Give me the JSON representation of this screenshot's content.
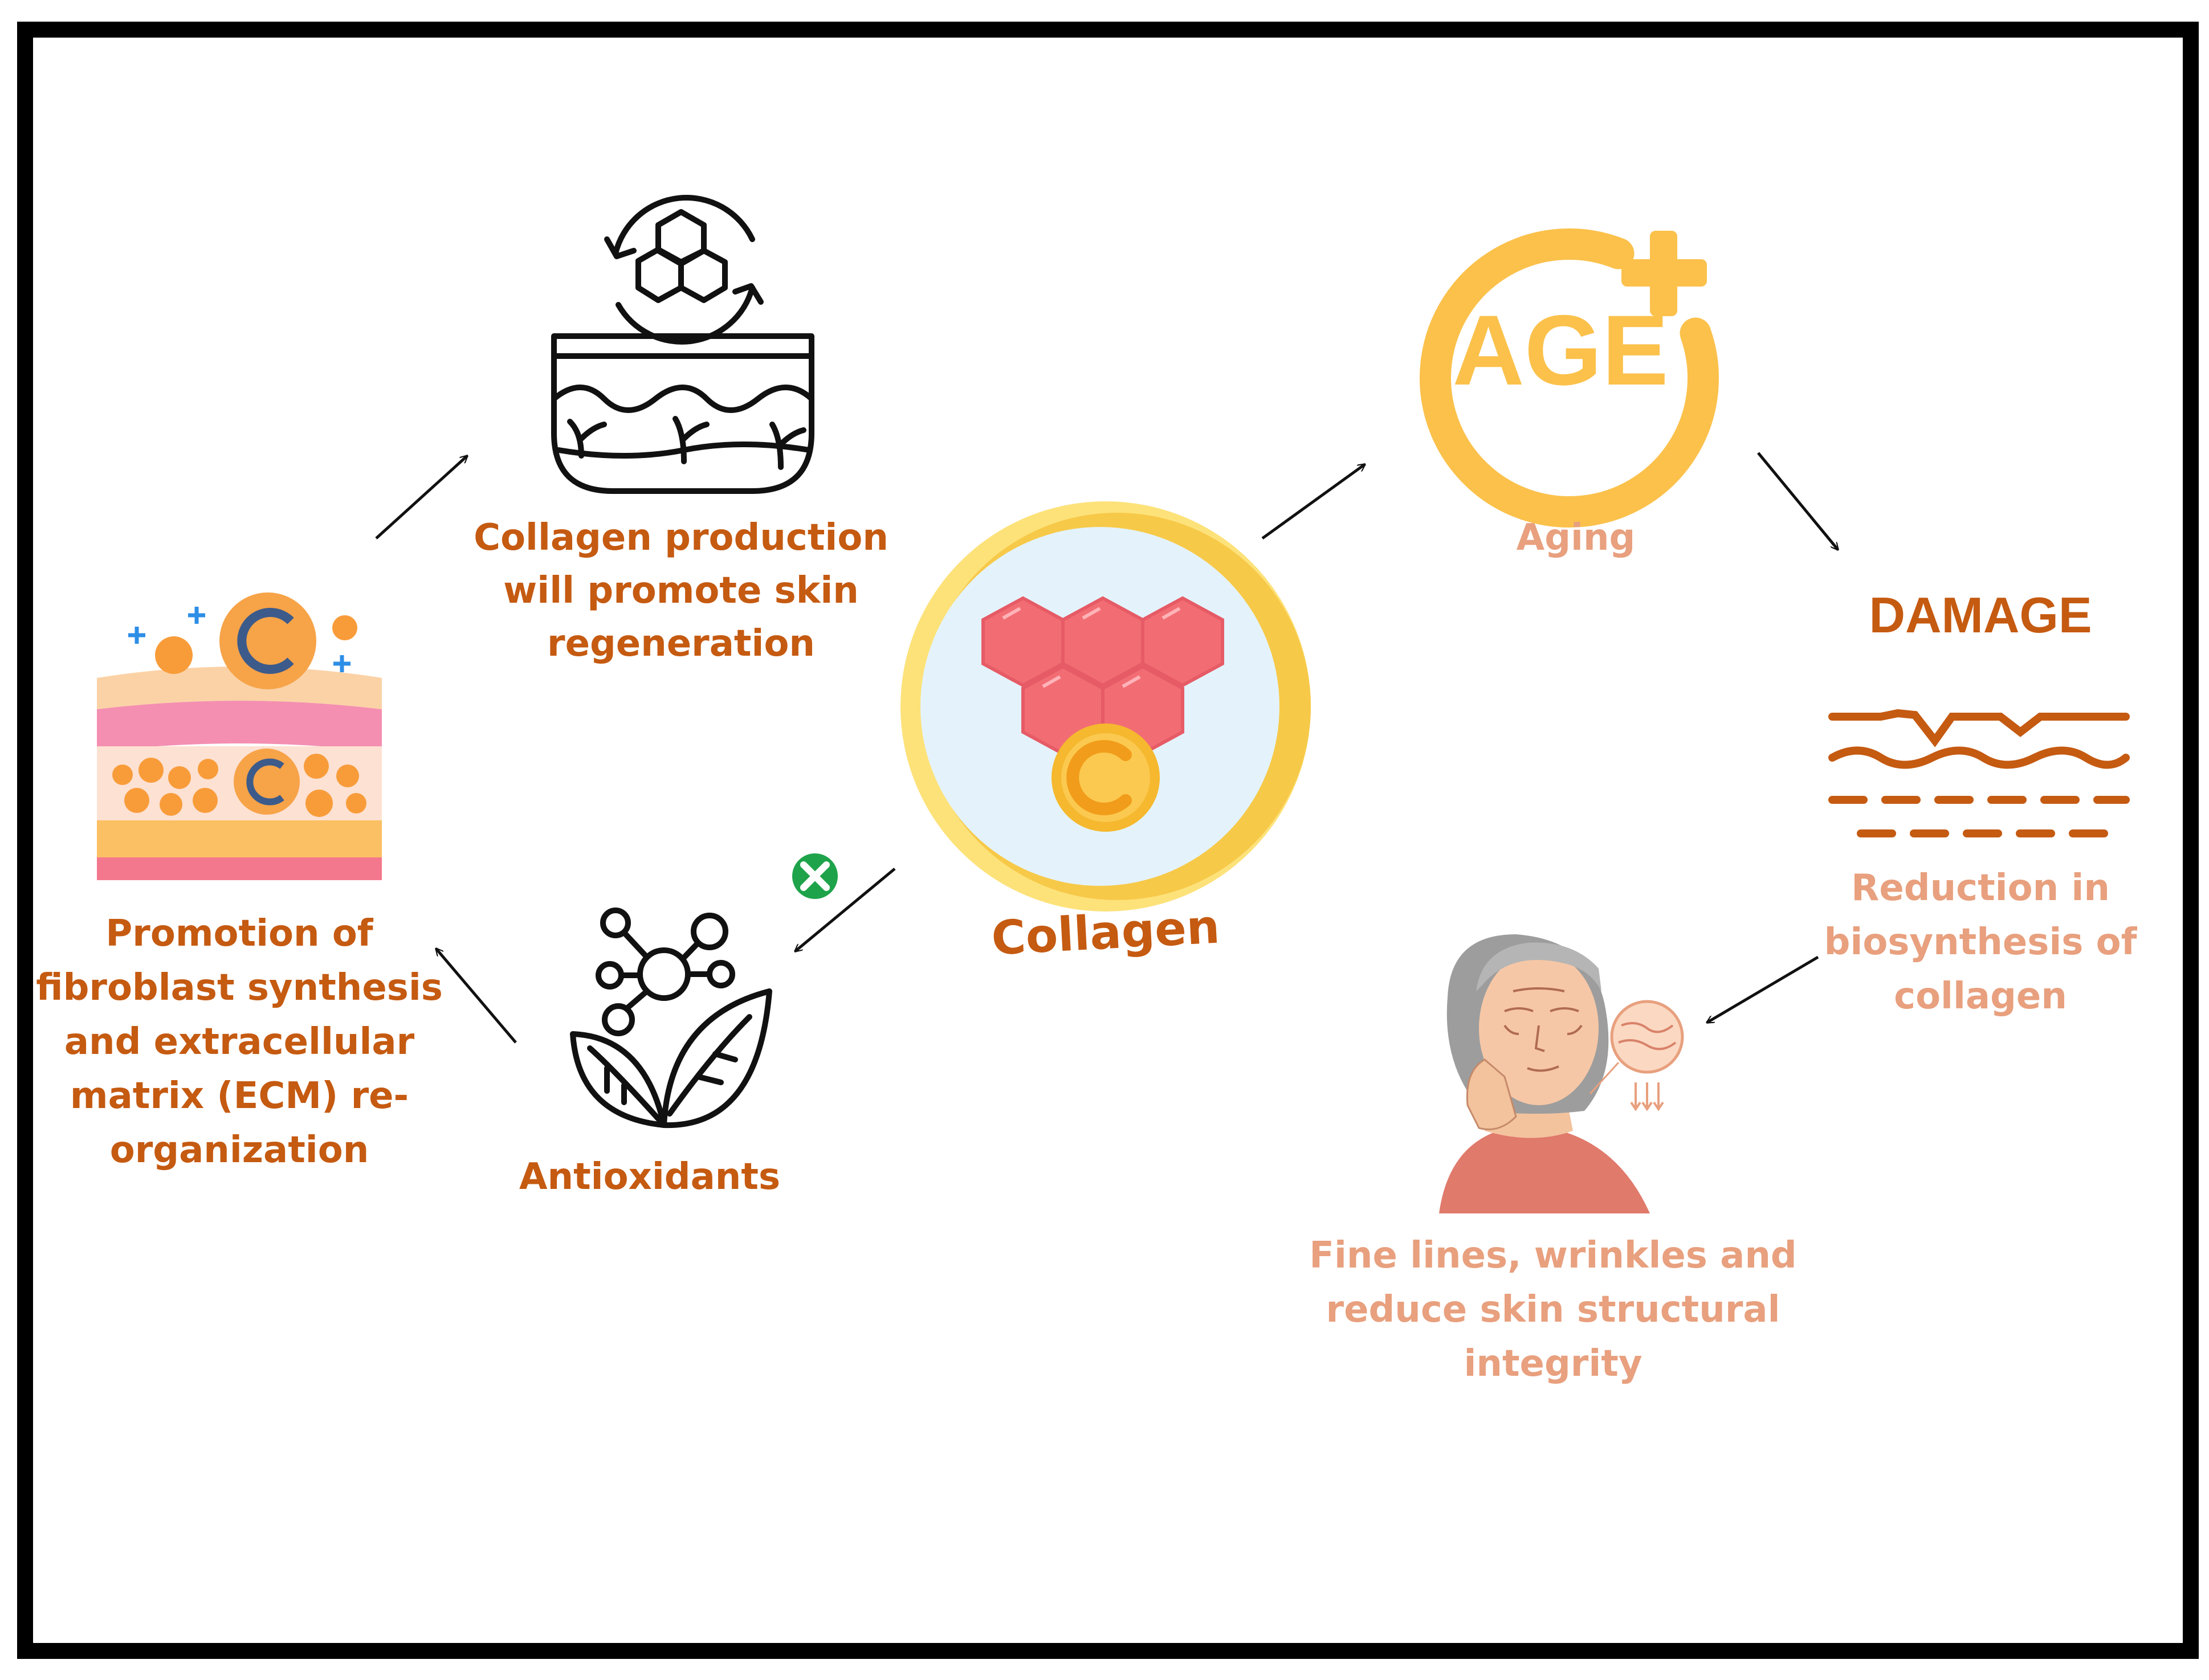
{
  "diagram": {
    "center": {
      "label": "Collagen"
    },
    "nodes": {
      "collagen_production": {
        "lines": [
          "Collagen production",
          "will promote skin",
          "regeneration"
        ]
      },
      "fibroblast": {
        "lines": [
          "Promotion of",
          "fibroblast synthesis",
          "and extracellular",
          "matrix (ECM) re-",
          "organization"
        ]
      },
      "antioxidants": {
        "lines": [
          "Antioxidants"
        ]
      },
      "aging": {
        "lines": [
          "Aging"
        ],
        "icon_text": "AGE"
      },
      "damage": {
        "title": "DAMAGE",
        "lines": [
          "Reduction in",
          "biosynthesis of",
          "collagen"
        ]
      },
      "wrinkles": {
        "lines": [
          "Fine lines, wrinkles and",
          "reduce skin structural",
          "integrity"
        ]
      }
    },
    "colors": {
      "dark_orange": "#c55a11",
      "light_orange": "#e8a07e",
      "yellow": "#fbc14b",
      "red_hex": "#f26d73",
      "green_x": "#1fa34a",
      "frame": "#000000"
    },
    "icons": {
      "center": "collagen-hexagon-icon",
      "production": "skin-regeneration-icon",
      "fibroblast": "skin-layers-icon",
      "antioxidants": "molecule-leaf-icon",
      "aging": "age-plus-icon",
      "damage": "damaged-lines-icon",
      "wrinkles": "aging-woman-icon",
      "inhibit": "green-x-icon"
    }
  }
}
